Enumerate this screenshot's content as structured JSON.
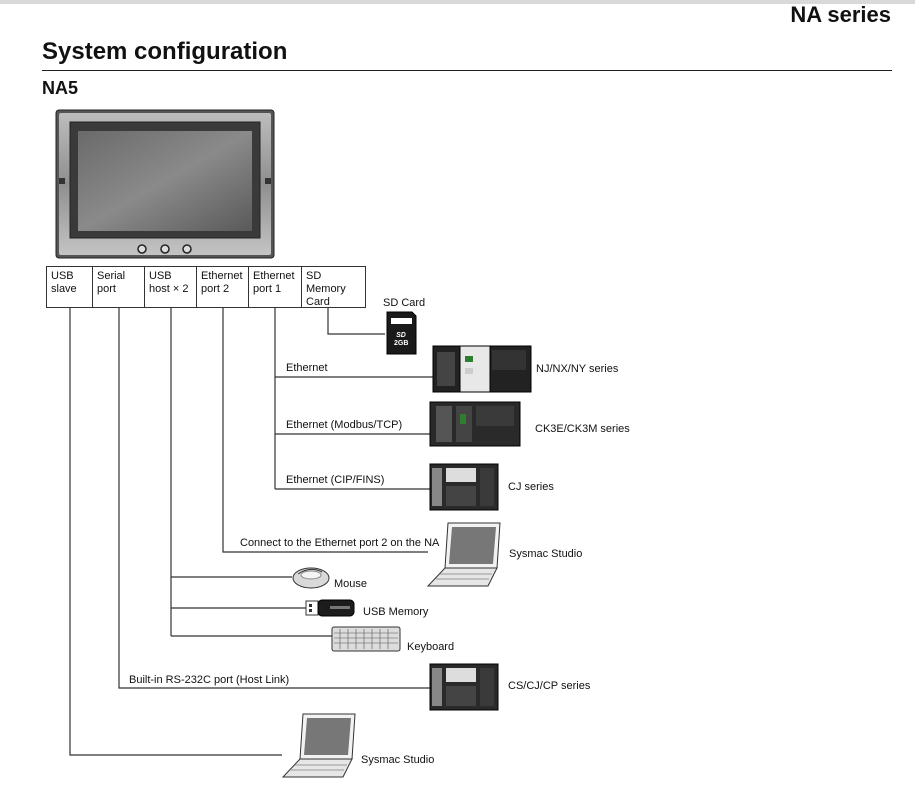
{
  "header": {
    "series": "NA series",
    "title": "System configuration",
    "subtitle": "NA5"
  },
  "ports": [
    {
      "line1": "USB",
      "line2": "slave"
    },
    {
      "line1": "Serial",
      "line2": "port"
    },
    {
      "line1": "USB",
      "line2": "host × 2"
    },
    {
      "line1": "Ethernet",
      "line2": "port 2"
    },
    {
      "line1": "Ethernet",
      "line2": "port 1"
    },
    {
      "line1": "SD Memory",
      "line2": "Card"
    }
  ],
  "connections": {
    "sd_card": "SD Card",
    "sd_card_capacity": "2GB",
    "ethernet": "Ethernet",
    "ethernet_modbus": "Ethernet (Modbus/TCP)",
    "ethernet_cip": "Ethernet (CIP/FINS)",
    "eth_port2": "Connect to the Ethernet port 2 on the NA",
    "rs232c": "Built-in RS-232C port (Host Link)"
  },
  "devices": {
    "nj_series": "NJ/NX/NY series",
    "ck_series": "CK3E/CK3M series",
    "cj_series": "CJ series",
    "sysmac_studio_eth": "Sysmac Studio",
    "mouse": "Mouse",
    "usb_memory": "USB Memory",
    "keyboard": "Keyboard",
    "cs_series": "CS/CJ/CP series",
    "sysmac_studio_usb": "Sysmac Studio"
  }
}
